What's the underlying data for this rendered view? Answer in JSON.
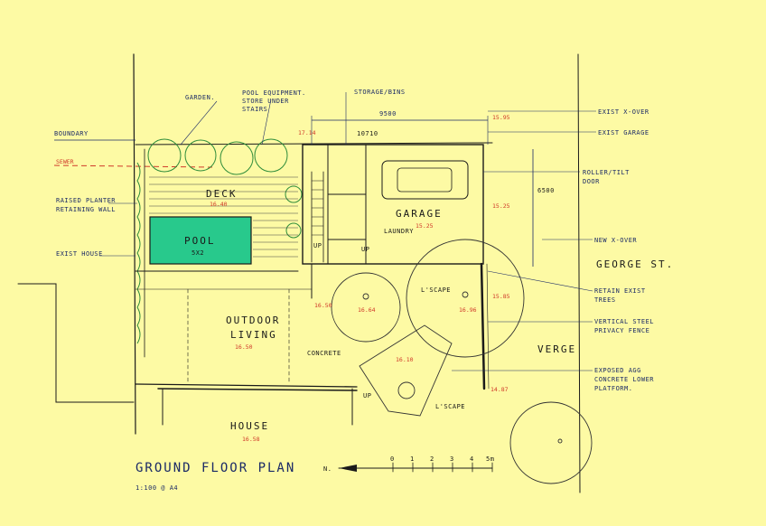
{
  "drawing": {
    "title": "GROUND FLOOR PLAN",
    "scale_note": "1:100 @ A4",
    "scale_bar": {
      "north_label": "N.",
      "ticks": [
        "0",
        "1",
        "2",
        "3",
        "4",
        "5m"
      ]
    },
    "rooms": {
      "deck": "DECK",
      "deck_level": "16.40",
      "pool": "POOL",
      "pool_size": "5X2",
      "garage": "GARAGE",
      "garage_level": "15.25",
      "laundry": "LAUNDRY",
      "outdoor_living": "OUTDOOR",
      "outdoor_living_2": "LIVING",
      "outdoor_level": "16.50",
      "house": "HOUSE",
      "house_level": "16.58",
      "concrete": "CONCRETE",
      "lscape_1": "L'SCAPE",
      "lscape_2": "L'SCAPE",
      "verge": "VERGE",
      "george_st": "GEORGE ST."
    },
    "labels_left": {
      "boundary": "BOUNDARY",
      "sewer": "SEWER",
      "raised_planter_1": "RAISED PLANTER",
      "raised_planter_2": "RETAINING WALL",
      "exist_house": "EXIST HOUSE"
    },
    "labels_top": {
      "garden": "GARDEN.",
      "pool_equipment_1": "POOL EQUIPMENT.",
      "pool_equipment_2": "STORE UNDER",
      "pool_equipment_3": "STAIRS",
      "storage_bins": "STORAGE/BINS",
      "dim_9500": "9500",
      "dim_10710": "10710"
    },
    "labels_right": {
      "exist_xover": "EXIST X-OVER",
      "exist_garage": "EXIST GARAGE",
      "roller_tilt_1": "ROLLER/TILT",
      "roller_tilt_2": "DOOR",
      "dim_6500": "6500",
      "new_xover": "NEW X-OVER",
      "retain_trees_1": "RETAIN EXIST",
      "retain_trees_2": "TREES",
      "fence_1": "VERTICAL STEEL",
      "fence_2": "PRIVACY FENCE",
      "exposed_1": "EXPOSED AGG",
      "exposed_2": "CONCRETE LOWER",
      "exposed_3": "PLATFORM."
    },
    "levels": {
      "l1": "17.14",
      "l2": "15.95",
      "l3": "15.25",
      "l4": "15.85",
      "l5": "16.64",
      "l6": "16.50",
      "l7": "16.96",
      "l8": "16.10",
      "l9": "14.87"
    },
    "stairs": {
      "up1": "UP",
      "up2": "UP",
      "up3": "UP"
    },
    "colors": {
      "paper": "#fdfaa4",
      "ink": "#1a1a1a",
      "blue_ink": "#1b2a66",
      "red_ink": "#d03a2a",
      "pool_fill": "#28c98c",
      "tree_green": "#2e8c3a"
    }
  }
}
